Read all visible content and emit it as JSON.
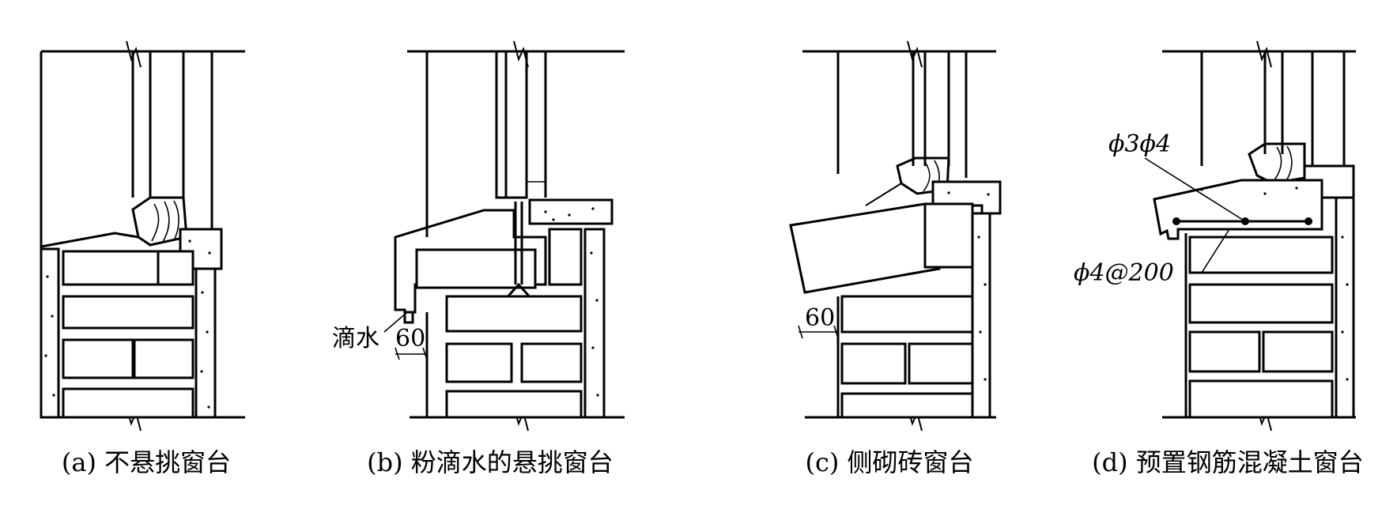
{
  "captions": {
    "a": "(a) 不悬挑窗台",
    "b": "(b) 粉滴水的悬挑窗台",
    "c": "(c) 侧砌砖窗台",
    "d": "(d) 预置钢筋混凝土窗台"
  },
  "labels": {
    "b_drip": "滴水",
    "b_dim": "60",
    "c_dim": "60",
    "d_rebar_top": "ϕ3ϕ4",
    "d_rebar_bottom": "ϕ4@200"
  }
}
